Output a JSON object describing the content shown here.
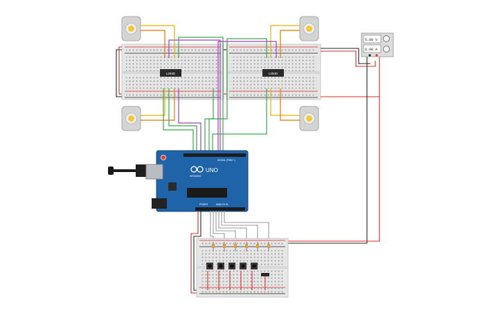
{
  "arduino": {
    "brand_text": "ARDUINO",
    "model_text": "UNO",
    "digital_label": "DIGITAL (PWM ~)",
    "power_label": "POWER",
    "analog_label": "ANALOG IN"
  },
  "motor_driver_left": {
    "label": "L293D"
  },
  "motor_driver_right": {
    "label": "L293D"
  },
  "power_supply": {
    "voltage_display": "5.00 V",
    "current_display": "0.00 A"
  },
  "colors": {
    "breadboard": "#e6e6e6",
    "rail_red": "#d62828",
    "rail_black": "#222222",
    "arduino_blue": "#1f64a8",
    "wire_yellow": "#e0b400",
    "wire_orange": "#e07a00",
    "wire_green": "#3aa64a",
    "wire_purple": "#a040b8",
    "wire_red": "#d02020",
    "wire_black": "#222222",
    "wire_gray": "#9a9a9a"
  }
}
